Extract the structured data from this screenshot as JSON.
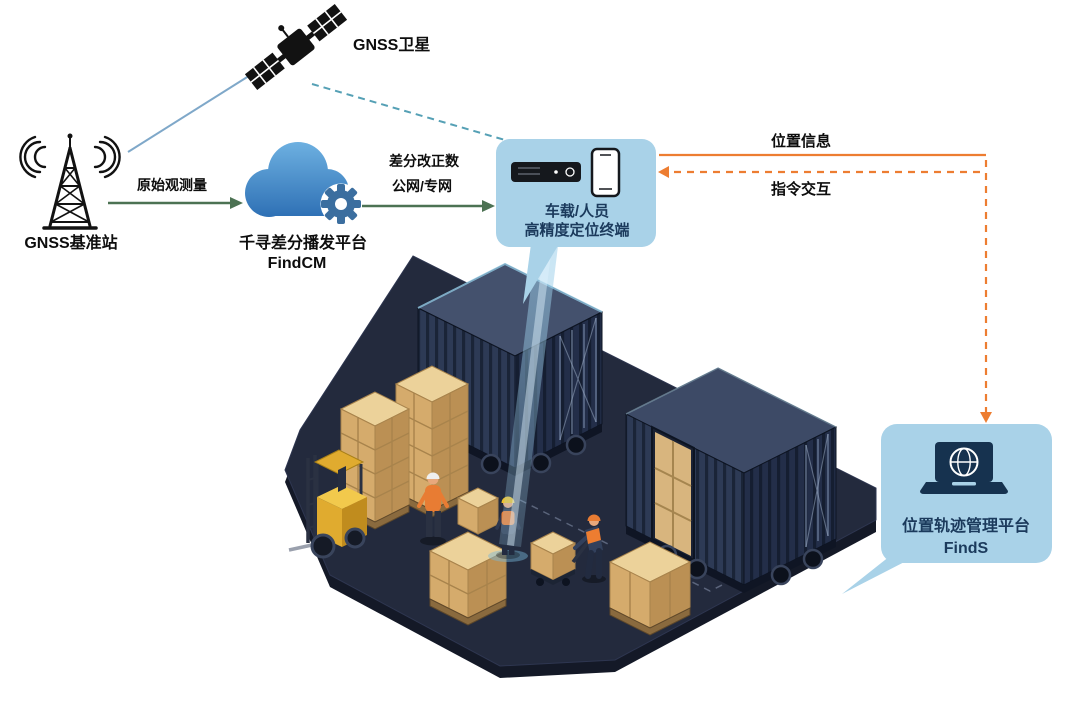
{
  "diagram": {
    "satellite_label": "GNSS卫星",
    "base_station_label": "GNSS基准站",
    "raw_observation_label": "原始观测量",
    "cloud_platform": {
      "name": "千寻差分播发平台",
      "product": "FindCM"
    },
    "corrections": {
      "line1": "差分改正数",
      "line2": "公网/专网"
    },
    "terminal_card": {
      "line1": "车载/人员",
      "line2": "高精度定位终端"
    },
    "position_info_label": "位置信息",
    "command_label": "指令交互",
    "management_card": {
      "name": "位置轨迹管理平台",
      "product": "FindS"
    }
  },
  "colors": {
    "card_bg": "#A9D2E8",
    "card_text": "#1B3A5C",
    "arrow_green": "#4C7253",
    "arrow_orange": "#ED7D31",
    "cloud_blue": "#3E85C6",
    "satellite_link_blue": "#7FA8C9",
    "terminal_link_teal": "#55A0B5",
    "scene_ground": "#232A3D"
  },
  "icons": {
    "satellite-icon": "GNSS satellite",
    "radio-tower-icon": "GNSS base station tower",
    "cloud-icon": "cloud platform",
    "gear-icon": "processing gear",
    "media-player-icon": "vehicle terminal device",
    "smartphone-icon": "personnel smartphone terminal",
    "laptop-globe-icon": "management platform laptop"
  }
}
